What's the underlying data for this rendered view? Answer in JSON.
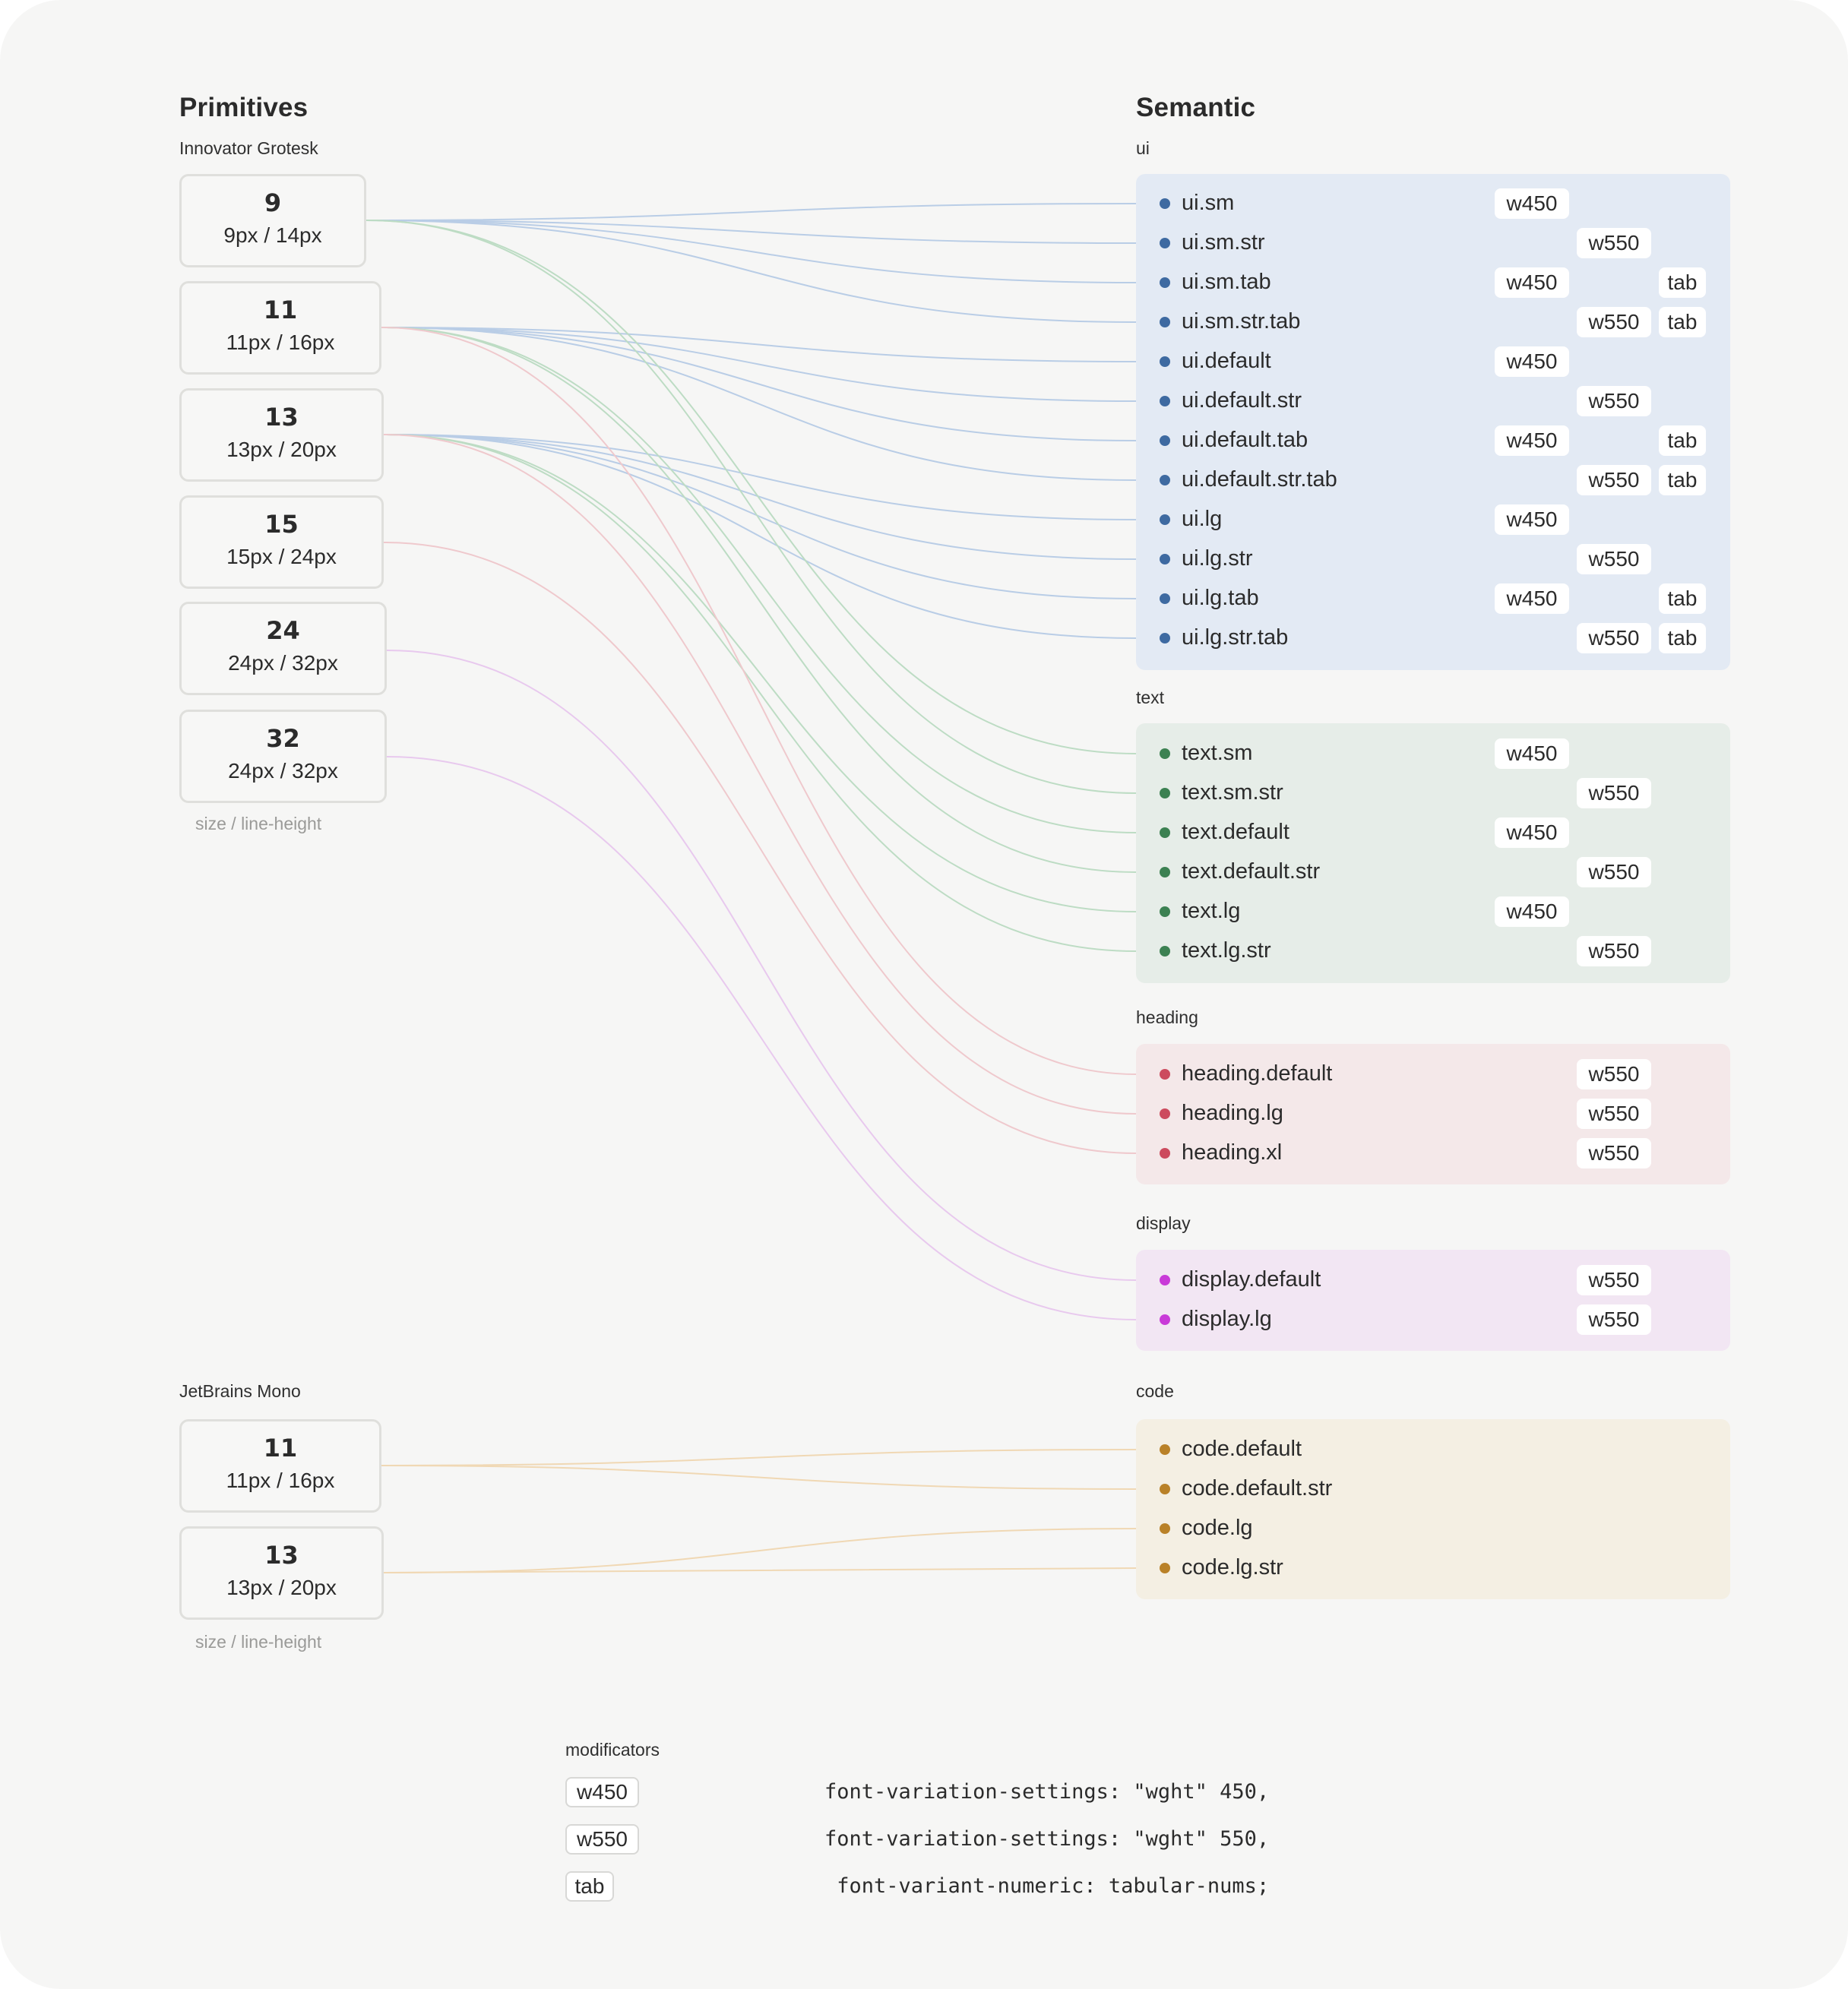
{
  "primitives": {
    "title": "Primitives",
    "innovator_label": "Innovator Grotesk",
    "innovator": [
      {
        "num": "9",
        "sub": "9px / 14px"
      },
      {
        "num": "11",
        "sub": "11px / 16px"
      },
      {
        "num": "13",
        "sub": "13px / 20px"
      },
      {
        "num": "15",
        "sub": "15px / 24px"
      },
      {
        "num": "24",
        "sub": "24px / 32px"
      },
      {
        "num": "32",
        "sub": "24px / 32px"
      }
    ],
    "caption": "size / line-height",
    "mono_label": "JetBrains Mono",
    "mono": [
      {
        "num": "11",
        "sub": "11px / 16px"
      },
      {
        "num": "13",
        "sub": "13px / 20px"
      }
    ],
    "mono_caption": "size / line-height"
  },
  "semantic": {
    "title": "Semantic",
    "groups": [
      {
        "label": "ui",
        "color": "#3e6aa1",
        "panel": "#e3eaf4",
        "line": "#b9cde6",
        "items": [
          {
            "name": "ui.sm",
            "w450": "w450",
            "w550": "",
            "tab": "",
            "src": 0
          },
          {
            "name": "ui.sm.str",
            "w450": "",
            "w550": "w550",
            "tab": "",
            "src": 0
          },
          {
            "name": "ui.sm.tab",
            "w450": "w450",
            "w550": "",
            "tab": "tab",
            "src": 0
          },
          {
            "name": "ui.sm.str.tab",
            "w450": "",
            "w550": "w550",
            "tab": "tab",
            "src": 0
          },
          {
            "name": "ui.default",
            "w450": "w450",
            "w550": "",
            "tab": "",
            "src": 1
          },
          {
            "name": "ui.default.str",
            "w450": "",
            "w550": "w550",
            "tab": "",
            "src": 1
          },
          {
            "name": "ui.default.tab",
            "w450": "w450",
            "w550": "",
            "tab": "tab",
            "src": 1
          },
          {
            "name": "ui.default.str.tab",
            "w450": "",
            "w550": "w550",
            "tab": "tab",
            "src": 1
          },
          {
            "name": "ui.lg",
            "w450": "w450",
            "w550": "",
            "tab": "",
            "src": 2
          },
          {
            "name": "ui.lg.str",
            "w450": "",
            "w550": "w550",
            "tab": "",
            "src": 2
          },
          {
            "name": "ui.lg.tab",
            "w450": "w450",
            "w550": "",
            "tab": "tab",
            "src": 2
          },
          {
            "name": "ui.lg.str.tab",
            "w450": "",
            "w550": "w550",
            "tab": "tab",
            "src": 2
          }
        ]
      },
      {
        "label": "text",
        "color": "#3c8152",
        "panel": "#e6ede8",
        "line": "#bddcc4",
        "items": [
          {
            "name": "text.sm",
            "w450": "w450",
            "w550": "",
            "tab": "",
            "src": 0
          },
          {
            "name": "text.sm.str",
            "w450": "",
            "w550": "w550",
            "tab": "",
            "src": 0
          },
          {
            "name": "text.default",
            "w450": "w450",
            "w550": "",
            "tab": "",
            "src": 1
          },
          {
            "name": "text.default.str",
            "w450": "",
            "w550": "w550",
            "tab": "",
            "src": 1
          },
          {
            "name": "text.lg",
            "w450": "w450",
            "w550": "",
            "tab": "",
            "src": 2
          },
          {
            "name": "text.lg.str",
            "w450": "",
            "w550": "w550",
            "tab": "",
            "src": 2
          }
        ]
      },
      {
        "label": "heading",
        "color": "#cc4b5e",
        "panel": "#f4e8e9",
        "line": "#efc9cd",
        "items": [
          {
            "name": "heading.default",
            "w450": "",
            "w550": "w550",
            "tab": "",
            "src": 1
          },
          {
            "name": "heading.lg",
            "w450": "",
            "w550": "w550",
            "tab": "",
            "src": 2
          },
          {
            "name": "heading.xl",
            "w450": "",
            "w550": "w550",
            "tab": "",
            "src": 3
          }
        ]
      },
      {
        "label": "display",
        "color": "#c93ad8",
        "panel": "#f2e6f3",
        "line": "#e8c9ee",
        "items": [
          {
            "name": "display.default",
            "w450": "",
            "w550": "w550",
            "tab": "",
            "src": 4
          },
          {
            "name": "display.lg",
            "w450": "",
            "w550": "w550",
            "tab": "",
            "src": 5
          }
        ]
      },
      {
        "label": "code",
        "color": "#b98128",
        "panel": "#f4efe3",
        "line": "#f0d8b4",
        "items": [
          {
            "name": "code.default",
            "w450": "",
            "w550": "",
            "tab": "",
            "src": "m0"
          },
          {
            "name": "code.default.str",
            "w450": "",
            "w550": "",
            "tab": "",
            "src": "m0"
          },
          {
            "name": "code.lg",
            "w450": "",
            "w550": "",
            "tab": "",
            "src": "m1"
          },
          {
            "name": "code.lg.str",
            "w450": "",
            "w550": "",
            "tab": "",
            "src": "m1"
          }
        ]
      }
    ]
  },
  "modificators": {
    "title": "modificators",
    "items": [
      {
        "tag": "w450",
        "code": "font-variation-settings: \"wght\" 450,"
      },
      {
        "tag": "w550",
        "code": "font-variation-settings: \"wght\" 550,"
      },
      {
        "tag": "tab",
        "code": " font-variant-numeric: tabular-nums;"
      }
    ]
  }
}
